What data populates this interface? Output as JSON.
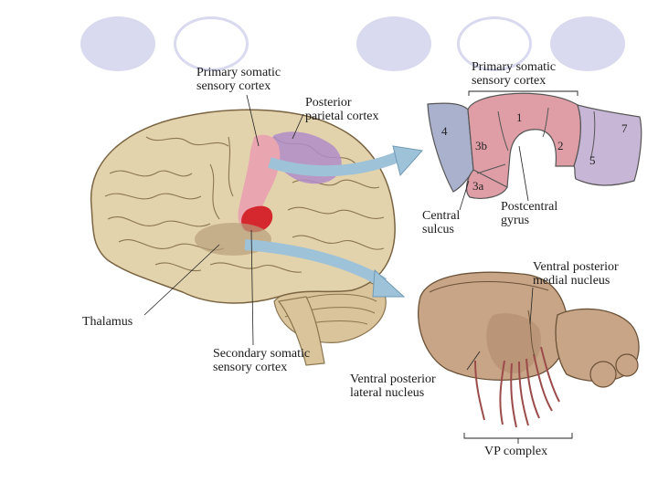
{
  "labels": {
    "primary_somatic_left": [
      "Primary somatic",
      "sensory cortex"
    ],
    "posterior_parietal": [
      "Posterior",
      "parietal cortex"
    ],
    "primary_somatic_right": [
      "Primary somatic",
      "sensory cortex"
    ],
    "central_sulcus": [
      "Central",
      "sulcus"
    ],
    "postcentral_gyrus": [
      "Postcentral",
      "gyrus"
    ],
    "thalamus": "Thalamus",
    "secondary_somatic": [
      "Secondary somatic",
      "sensory cortex"
    ],
    "vp_medial": [
      "Ventral posterior",
      "medial nucleus"
    ],
    "vp_lateral": [
      "Ventral posterior",
      "lateral nucleus"
    ],
    "vp_complex": "VP complex"
  },
  "areas": [
    "4",
    "3b",
    "3a",
    "1",
    "2",
    "5",
    "7"
  ],
  "colors": {
    "deco_circle": "#d9d9ef",
    "brain": "#e3d3ad",
    "primary_cortex": "#e9a6b0",
    "posterior_parietal": "#b08cc8",
    "secondary_cortex": "#d4272e",
    "area_4": "#aab1cc",
    "area_1_2_3": "#df9ea6",
    "area_5_7": "#c8b6d6",
    "thalamus": "#c8a587",
    "arrow": "#9ec2d8"
  }
}
